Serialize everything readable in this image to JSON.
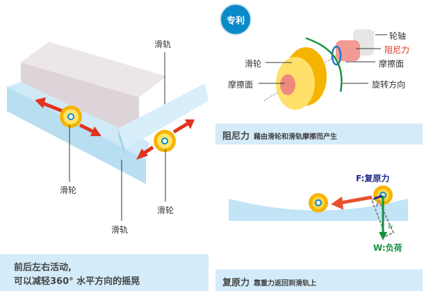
{
  "left_panel": {
    "labels": {
      "rail_top": "滑轨",
      "wheel_left": "滑轮",
      "wheel_right": "滑轮",
      "rail_bottom": "滑轨"
    },
    "caption_line1": "前后左右活动,",
    "caption_line2": "可以减轻360° 水平方向的摇晃"
  },
  "top_right": {
    "badge": "专利",
    "labels": {
      "axle": "轮轴",
      "resistance": "阻尼力",
      "friction_surface_right": "摩擦面",
      "wheel": "滑轮",
      "friction_surface_left": "摩擦面",
      "rotation": "旋转方向"
    },
    "caption_title": "阻尼力",
    "caption_text": "藉由滑轮和滑轨摩擦而产生"
  },
  "bottom_right": {
    "force_label": "F:复原力",
    "load_label": "W:负荷",
    "f_small": "F",
    "w_small": "W",
    "caption_title": "复原力",
    "caption_text": "靠重力返回到滑轨上"
  },
  "colors": {
    "accent_blue": "#0a8ac8",
    "red": "#e2331f",
    "green": "#14923e",
    "navy": "#1d2a8a",
    "wheel": "#f5b400"
  }
}
